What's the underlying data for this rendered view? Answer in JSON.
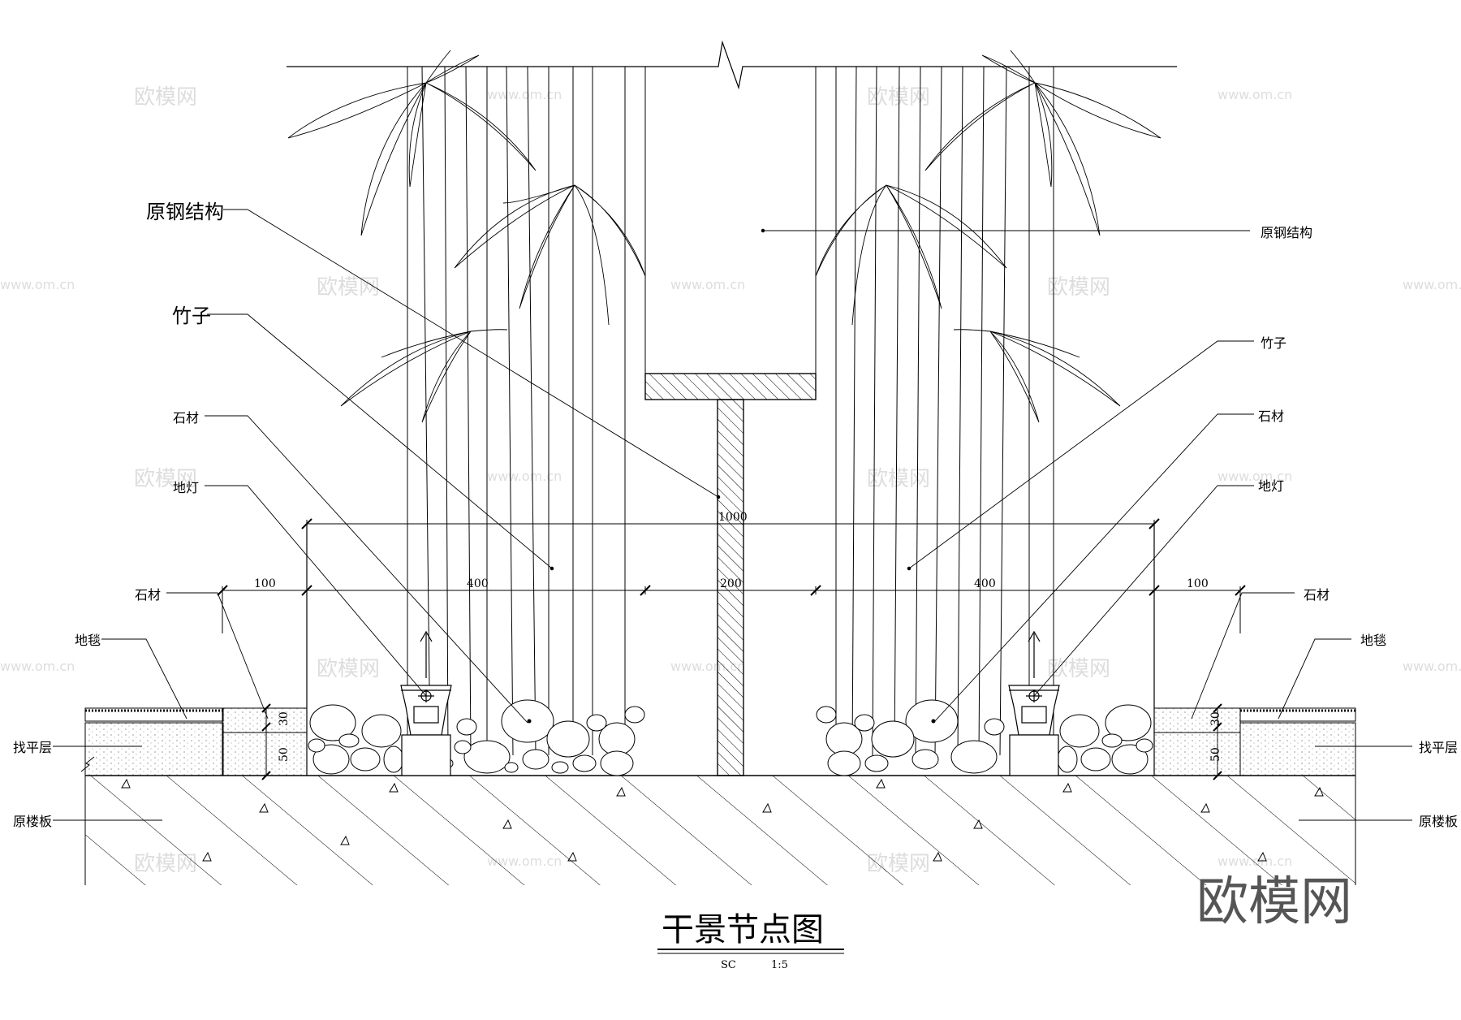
{
  "title": "干景节点图",
  "subtitle": {
    "code": "SC",
    "scale": "1:5"
  },
  "labels_left": {
    "steel": "原钢结构",
    "bamboo": "竹子",
    "stone1": "石材",
    "lamp": "地灯",
    "stone2": "石材",
    "carpet": "地毯",
    "screed": "找平层",
    "slab": "原楼板"
  },
  "labels_right": {
    "steel": "原钢结构",
    "bamboo": "竹子",
    "stone1": "石材",
    "lamp": "地灯",
    "stone2": "石材",
    "carpet": "地毯",
    "screed": "找平层",
    "slab": "原楼板"
  },
  "dimensions": {
    "total": "1000",
    "left_edge": "100",
    "left_bed": "400",
    "center": "200",
    "right_bed": "400",
    "right_edge": "100",
    "stone_thk": "30",
    "screed_thk": "50"
  },
  "watermarks": {
    "brand": "欧模网",
    "url": "www.om.cn"
  }
}
